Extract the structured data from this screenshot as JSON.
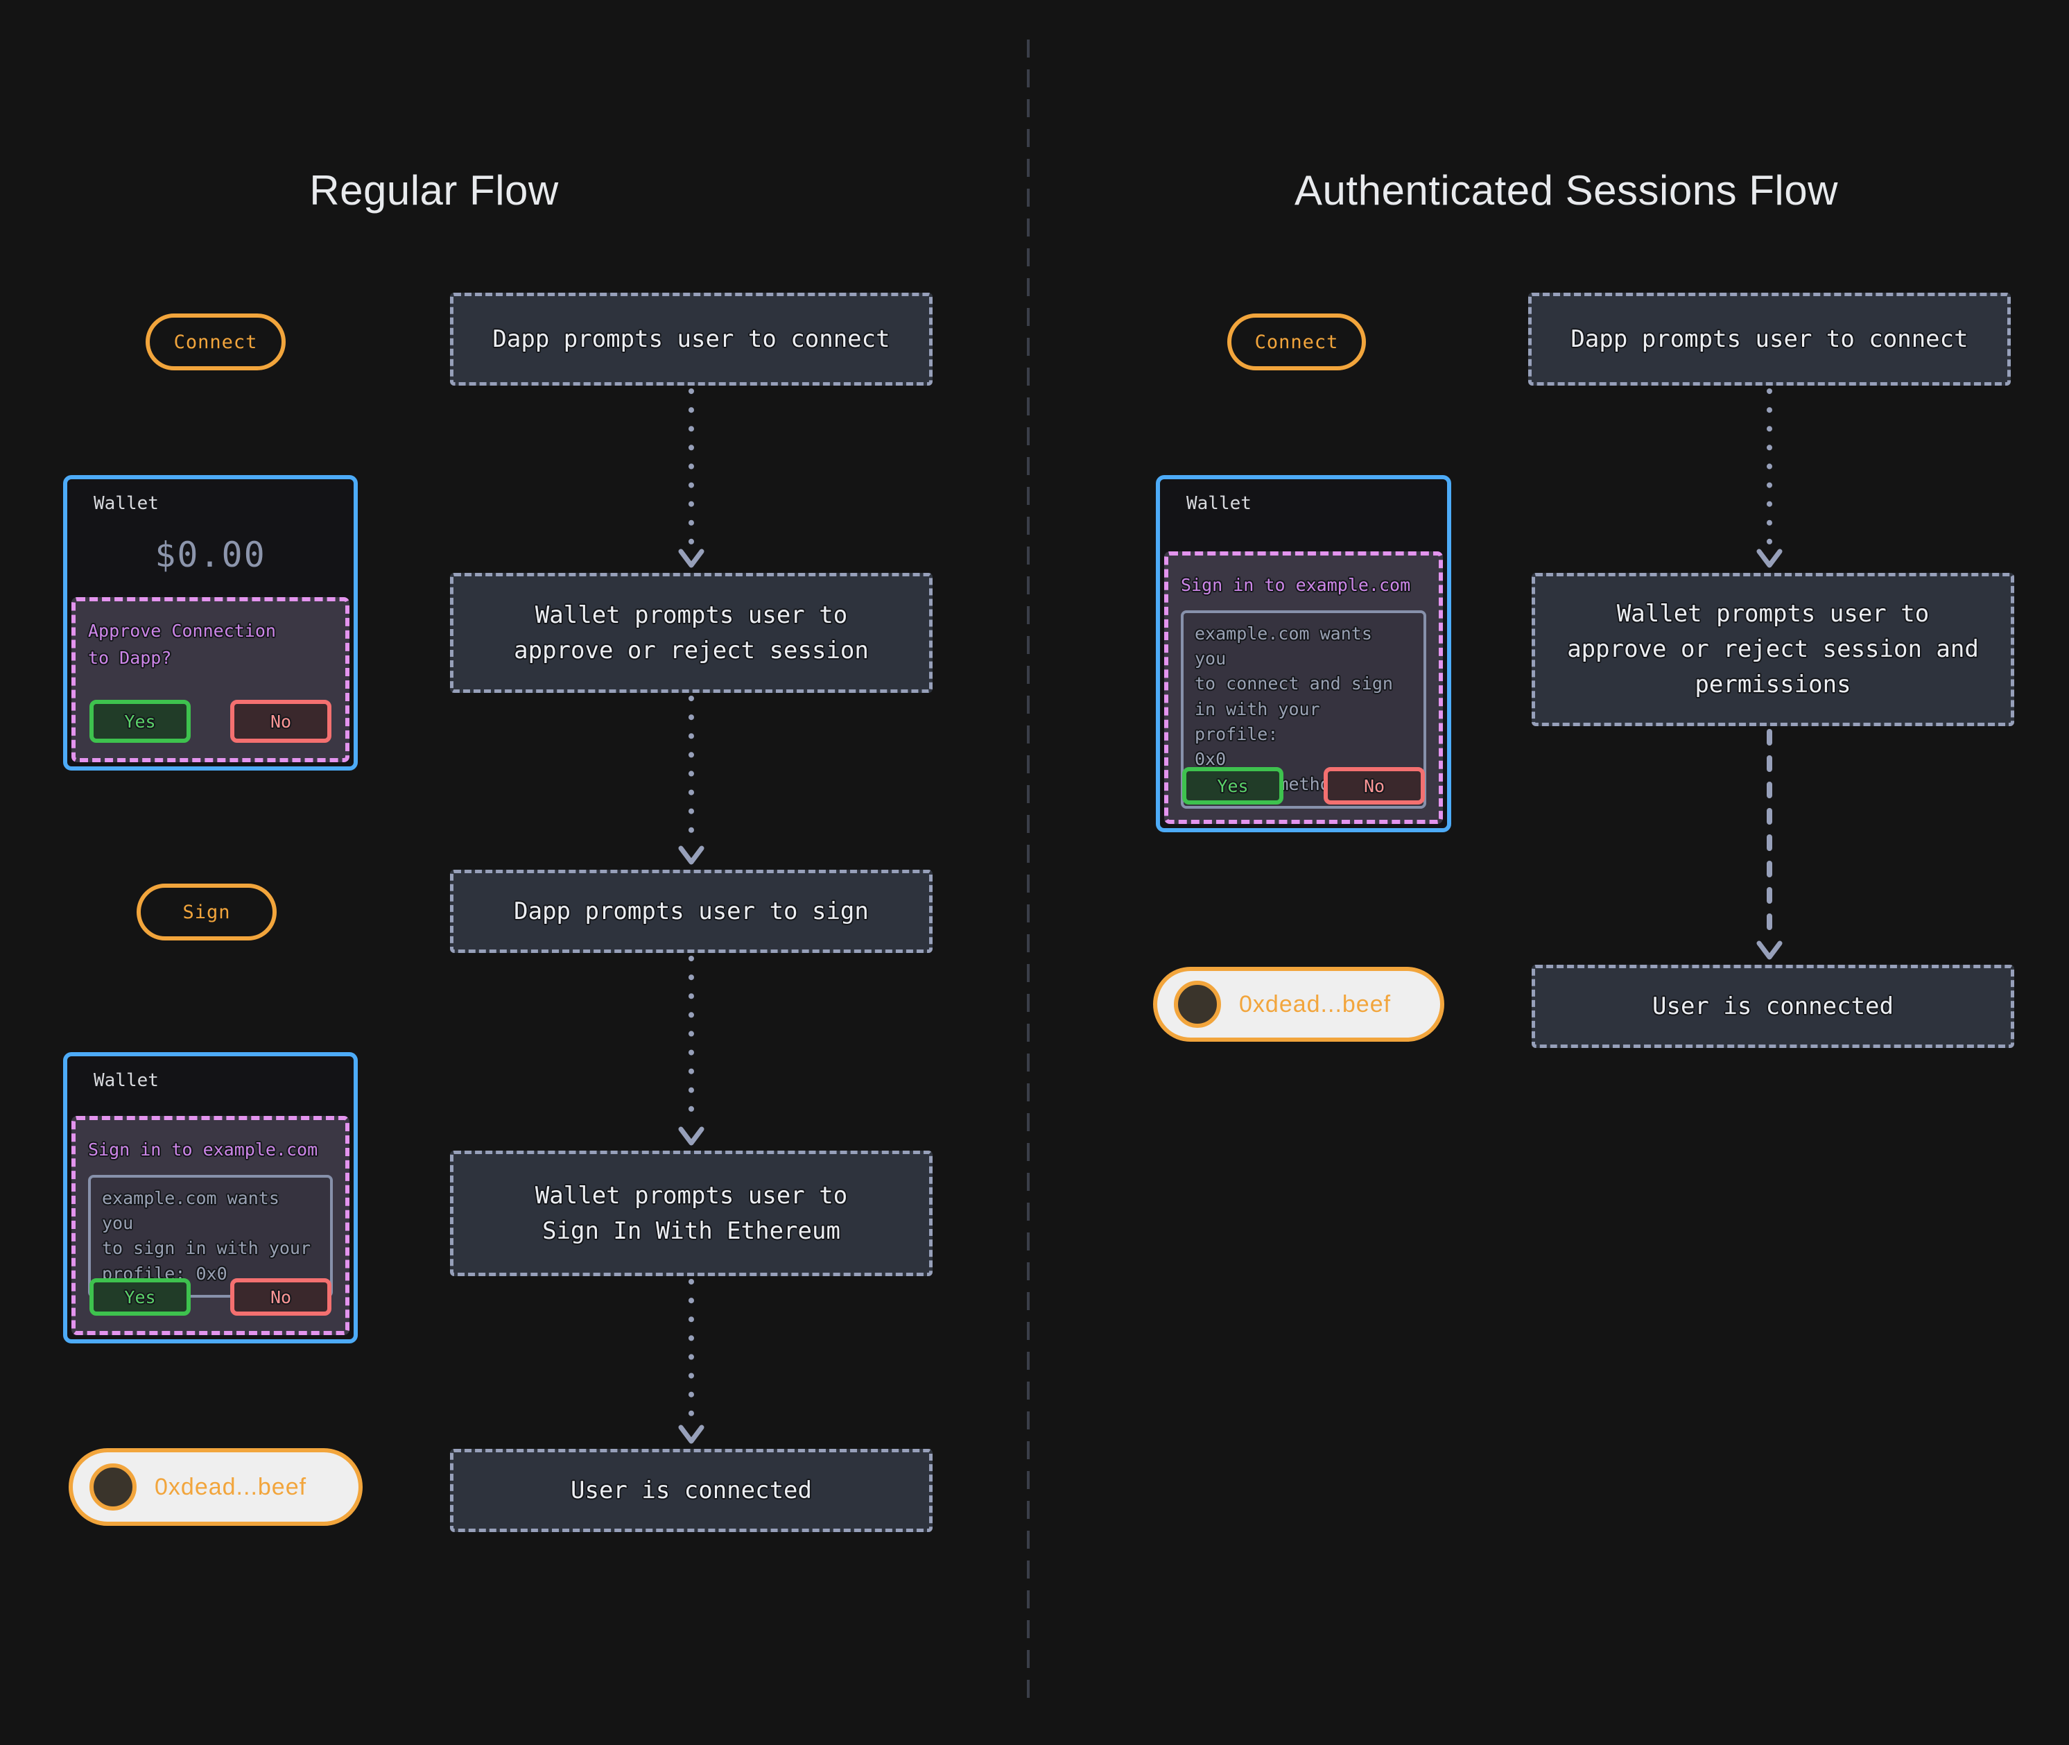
{
  "colors": {
    "background": "#141414",
    "accent_orange": "#f2a53c",
    "accent_blue": "#4dabf7",
    "accent_pink_dash": "#e394ee",
    "accent_violet_text": "#cd86e8",
    "flow_box_border": "#97a0ba",
    "flow_box_background": "#2e333d",
    "yes_green": "#3ec24e",
    "no_red": "#f47070"
  },
  "left_flow": {
    "title": "Regular Flow",
    "connect_pill_label": "Connect",
    "sign_pill_label": "Sign",
    "account_pill_label": "0xdead...beef",
    "box_dapp_connect": "Dapp prompts user to connect",
    "box_wallet_approve": [
      "Wallet prompts user to",
      "approve or reject session"
    ],
    "box_dapp_sign": "Dapp prompts user to sign",
    "box_wallet_siwe": [
      "Wallet prompts user to",
      "Sign In With Ethereum"
    ],
    "box_user_connected": "User is connected",
    "wallet_card_balance": {
      "title": "Wallet",
      "balance": "$0.00",
      "prompt_lines": [
        "Approve Connection",
        "to Dapp?"
      ],
      "yes_label": "Yes",
      "no_label": "No"
    },
    "wallet_card_sign": {
      "title": "Wallet",
      "prompt_title": "Sign in to example.com",
      "message_lines": [
        "example.com wants you",
        "to sign in with your",
        "profile: 0x0"
      ],
      "yes_label": "Yes",
      "no_label": "No"
    }
  },
  "right_flow": {
    "title": "Authenticated Sessions Flow",
    "connect_pill_label": "Connect",
    "account_pill_label": "0xdead...beef",
    "box_dapp_connect": "Dapp prompts user to connect",
    "box_wallet_approve": [
      "Wallet prompts user to",
      "approve or reject session and",
      "permissions"
    ],
    "box_user_connected": "User is connected",
    "wallet_card_auth": {
      "title": "Wallet",
      "prompt_title": "Sign in to example.com",
      "message_lines": [
        "example.com wants you",
        "to connect and sign",
        "in with your profile:",
        "0x0",
        "Allowed methods: ..."
      ],
      "yes_label": "Yes",
      "no_label": "No"
    }
  }
}
